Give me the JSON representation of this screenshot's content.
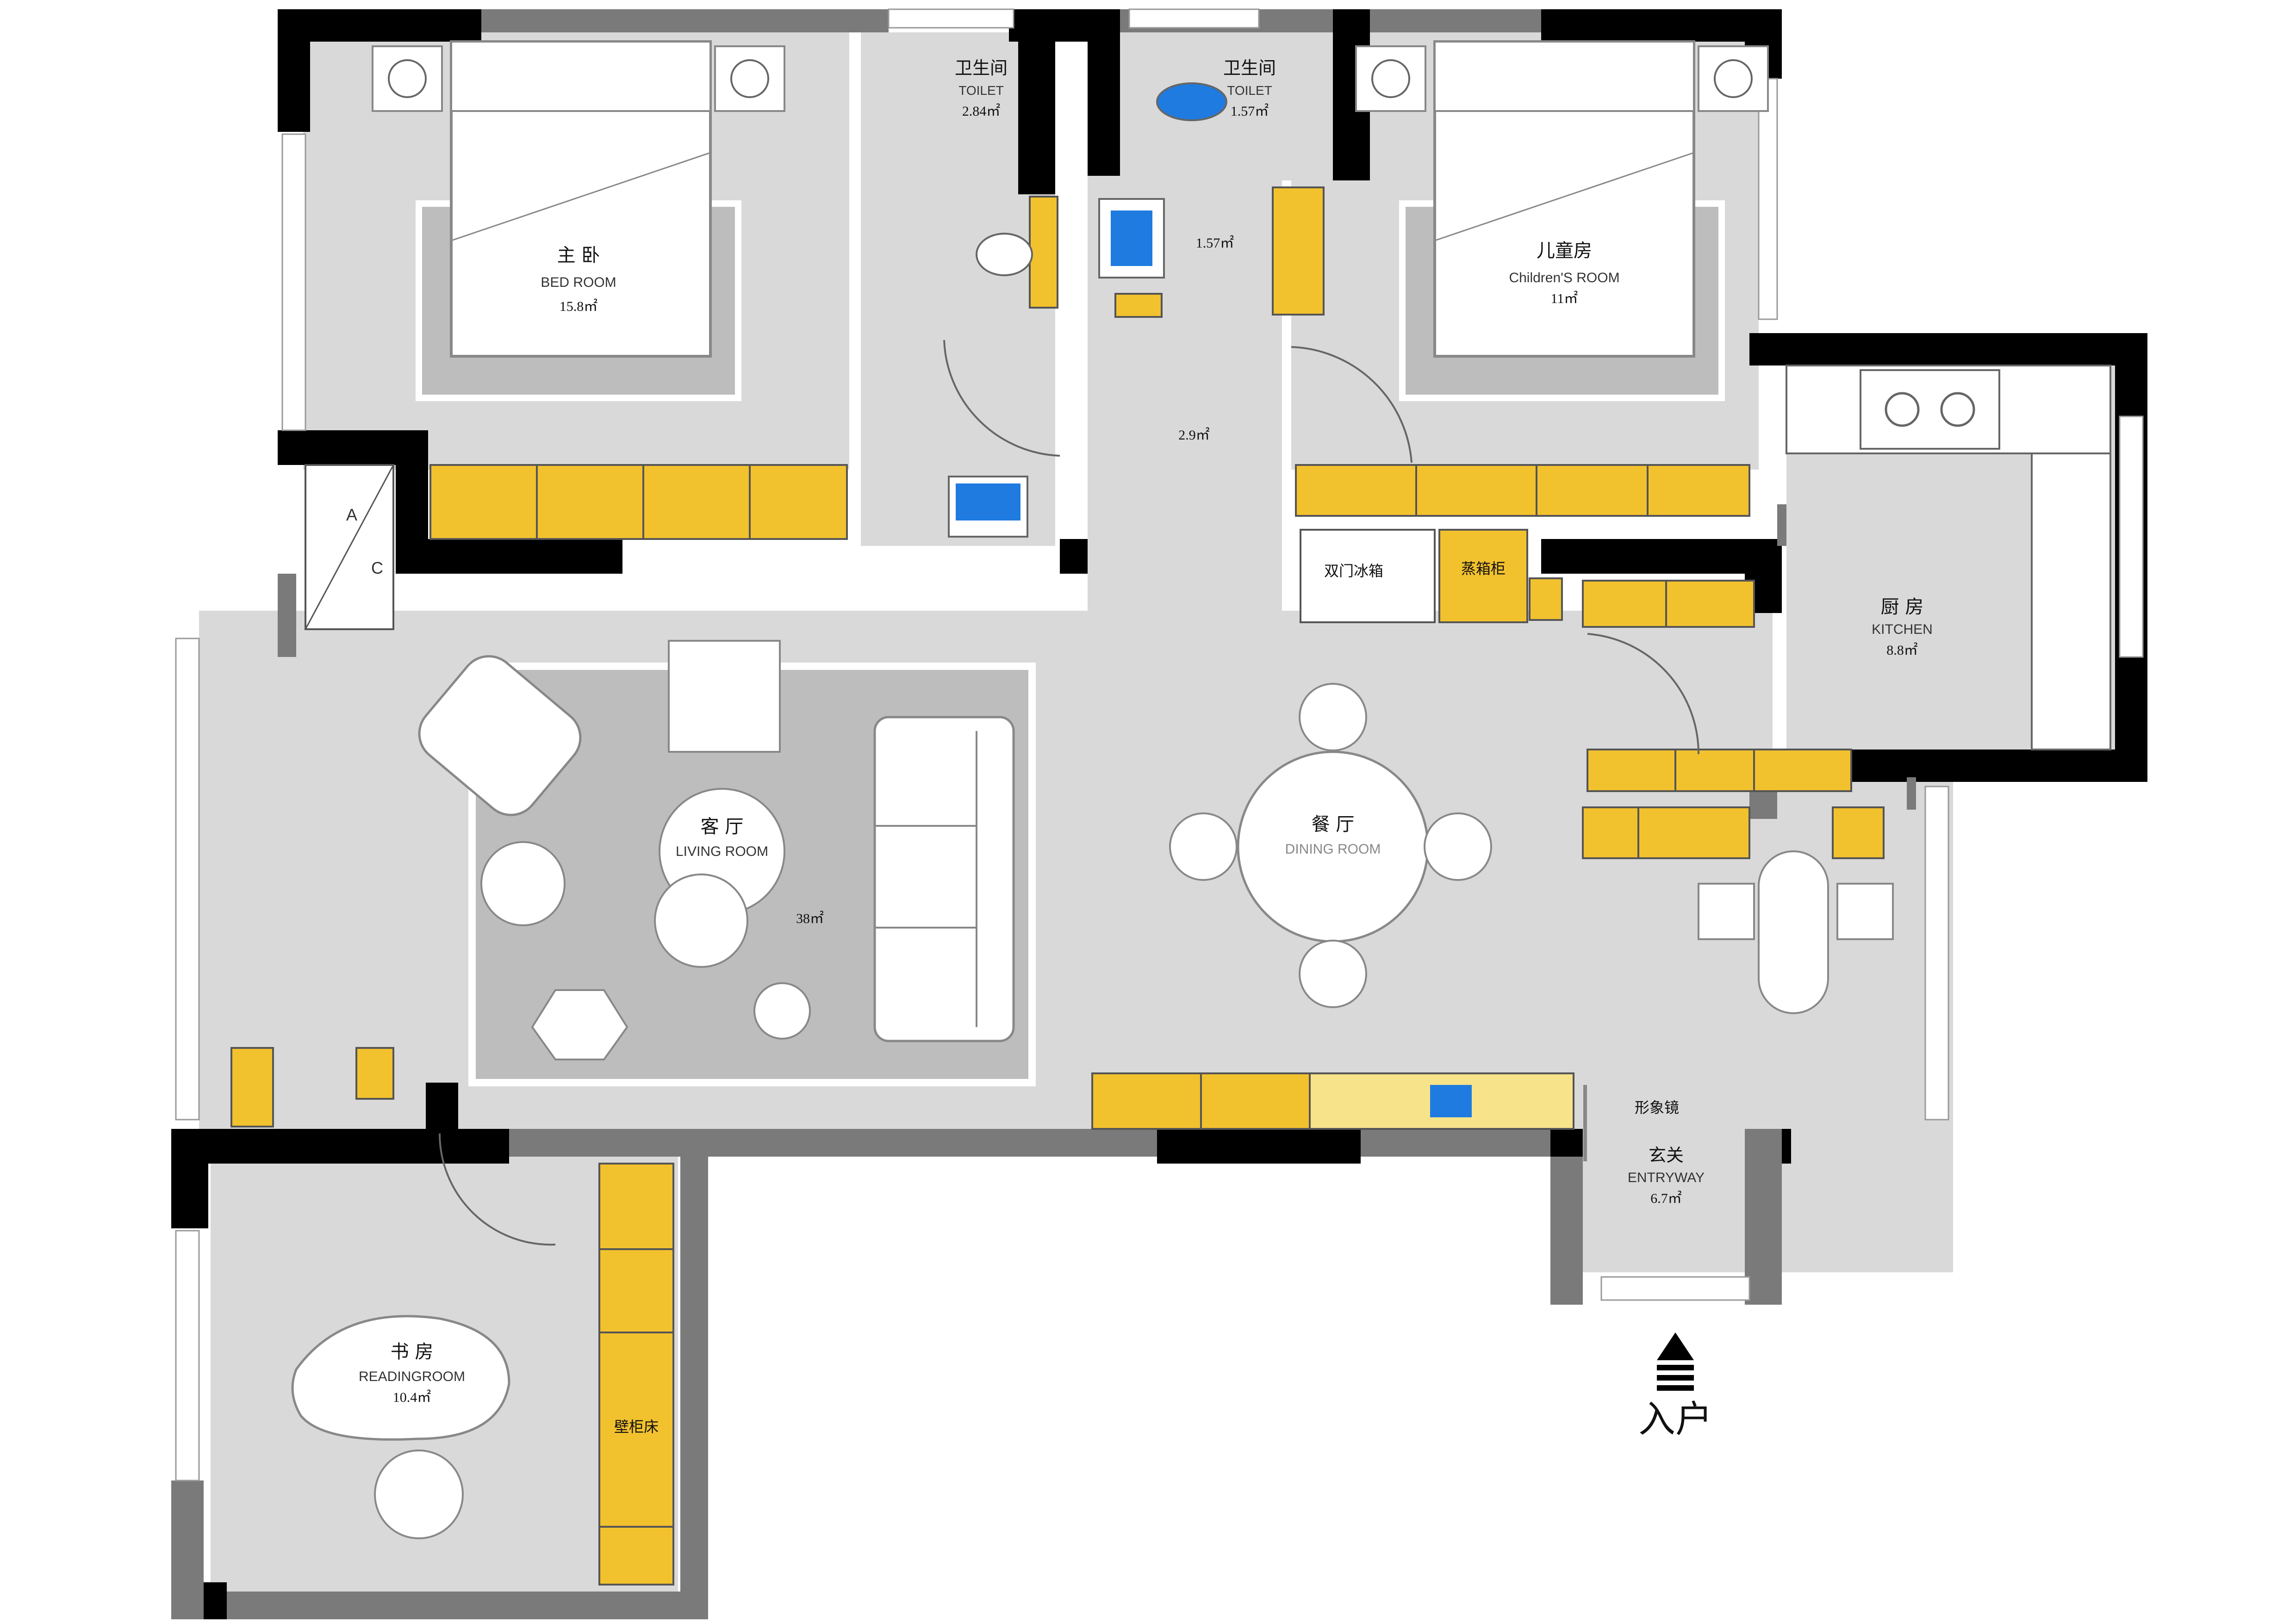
{
  "colors": {
    "wall_black": "#000000",
    "wall_grey": "#7a7a7a",
    "floor": "#d9d9d9",
    "rug": "#bdbdbd",
    "cabinet_yellow": "#f2c12e",
    "cabinet_light": "#f6e38a",
    "fixture_blue": "#1f7be0",
    "background": "#ffffff"
  },
  "rooms": {
    "master_bedroom": {
      "name": "主 卧",
      "name_en": "BED ROOM",
      "area": "15.8㎡"
    },
    "toilet_1": {
      "name": "卫生间",
      "name_en": "TOILET",
      "area": "2.84㎡"
    },
    "toilet_2": {
      "name": "卫生间",
      "name_en": "TOILET",
      "area": "1.57㎡"
    },
    "washroom": {
      "area": "1.57㎡"
    },
    "hallway": {
      "area": "2.9㎡"
    },
    "children_room": {
      "name": "儿童房",
      "name_en": "Children'S ROOM",
      "area": "11㎡"
    },
    "kitchen": {
      "name": "厨 房",
      "name_en": "KITCHEN",
      "area": "8.8㎡"
    },
    "living_room": {
      "name": "客 厅",
      "name_en": "LIVING ROOM",
      "area": "38㎡"
    },
    "dining_room": {
      "name": "餐 厅",
      "name_en": "DINING ROOM"
    },
    "entryway": {
      "name": "玄关",
      "name_en": "ENTRYWAY",
      "area": "6.7㎡"
    },
    "reading_room": {
      "name": "书 房",
      "name_en": "READINGROOM",
      "area": "10.4㎡"
    }
  },
  "labels": {
    "fridge": "双门冰箱",
    "steam_cabinet": "蒸箱柜",
    "mirror": "形象镜",
    "wall_bed": "壁柜床",
    "ac_a": "A",
    "ac_c": "C",
    "entrance": "入户"
  },
  "icons": {
    "entrance_arrow": "up-arrow-icon",
    "door_swing": "door-arc-icon",
    "sink": "sink-icon",
    "toilet": "toilet-icon"
  }
}
